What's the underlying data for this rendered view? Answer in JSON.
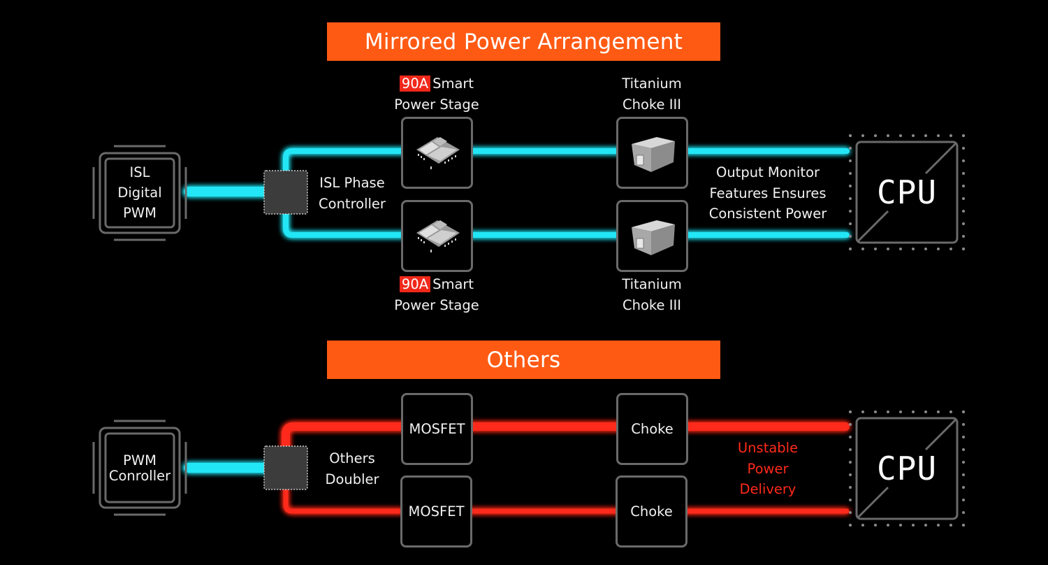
{
  "colors": {
    "banner": "#ff5a14",
    "glow_cyan": "#22e6f5",
    "glow_red": "#ff2a1a",
    "badge_red": "#f0281a",
    "frame_gray": "#6a6a6a"
  },
  "sections": {
    "mirrored": {
      "title": "Mirrored Power Arrangement",
      "pwm": {
        "lines": [
          "ISL",
          "Digital",
          "PWM"
        ]
      },
      "controller_label": [
        "ISL Phase",
        "Controller"
      ],
      "stage_top": {
        "badge": "90A",
        "line1": "Smart",
        "line2": "Power Stage",
        "icon": "power-stage-chip-icon"
      },
      "stage_bottom": {
        "badge": "90A",
        "line1": "Smart",
        "line2": "Power Stage",
        "icon": "power-stage-chip-icon"
      },
      "choke_top": {
        "line1": "Titanium",
        "line2": "Choke III",
        "icon": "choke-block-icon"
      },
      "choke_bottom": {
        "line1": "Titanium",
        "line2": "Choke III",
        "icon": "choke-block-icon"
      },
      "output_note": [
        "Output Monitor",
        "Features Ensures",
        "Consistent Power"
      ],
      "cpu": "CPU",
      "path_color": "cyan"
    },
    "others": {
      "title": "Others",
      "pwm": {
        "lines": [
          "PWM",
          "Conroller"
        ]
      },
      "controller_label": [
        "Others",
        "Doubler"
      ],
      "mosfet_top": "MOSFET",
      "mosfet_bottom": "MOSFET",
      "choke_top": "Choke",
      "choke_bottom": "Choke",
      "output_note": [
        "Unstable",
        "Power",
        "Delivery"
      ],
      "cpu": "CPU",
      "path_color": "red"
    }
  }
}
